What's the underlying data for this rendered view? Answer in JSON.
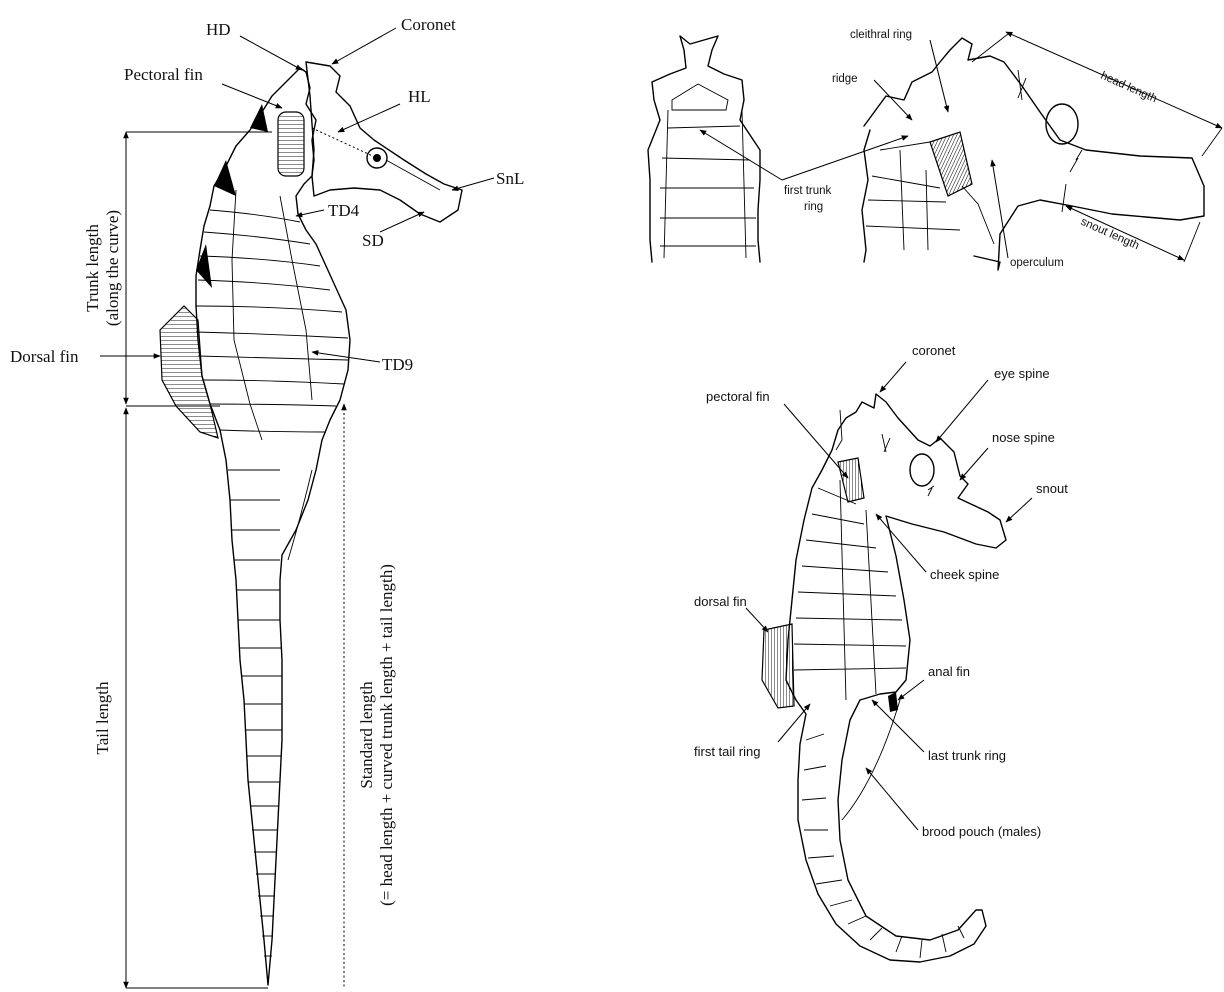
{
  "left_figure": {
    "labels": {
      "hd": "HD",
      "coronet": "Coronet",
      "pectoral_fin": "Pectoral fin",
      "hl": "HL",
      "snl": "SnL",
      "td4": "TD4",
      "sd": "SD",
      "dorsal_fin": "Dorsal fin",
      "td9": "TD9",
      "trunk_length_line1": "Trunk length",
      "trunk_length_line2": "(along the curve)",
      "tail_length": "Tail length",
      "standard_length_line1": "Standard length",
      "standard_length_line2": "(= head length + curved trunk length + tail length)"
    }
  },
  "top_right_figure": {
    "labels": {
      "cleithral_ring": "cleithral ring",
      "ridge": "ridge",
      "first_trunk_ring_line1": "first trunk",
      "first_trunk_ring_line2": "ring",
      "head_length": "head length",
      "snout_length": "snout length",
      "operculum": "operculum"
    }
  },
  "bottom_right_figure": {
    "labels": {
      "coronet": "coronet",
      "eye_spine": "eye spine",
      "pectoral_fin": "pectoral fin",
      "nose_spine": "nose spine",
      "snout": "snout",
      "cheek_spine": "cheek spine",
      "dorsal_fin": "dorsal fin",
      "anal_fin": "anal fin",
      "first_tail_ring": "first tail ring",
      "last_trunk_ring": "last trunk ring",
      "brood_pouch": "brood pouch (males)"
    }
  }
}
